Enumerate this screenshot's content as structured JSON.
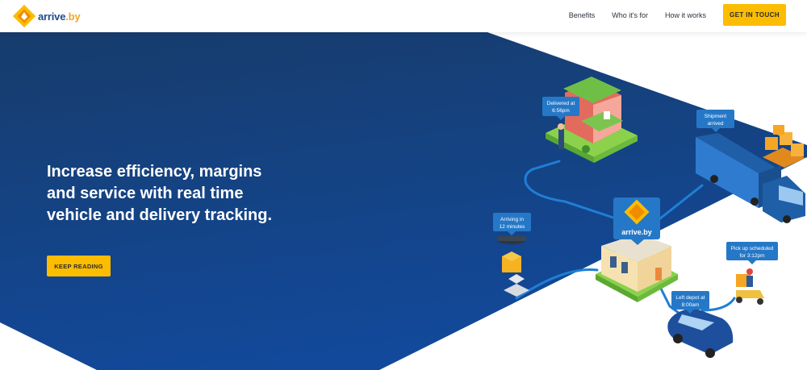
{
  "header": {
    "logo_text": "arrive",
    "logo_suffix": ".by",
    "nav": [
      "Benefits",
      "Who it's for",
      "How it works"
    ],
    "cta_label": "GET IN TOUCH"
  },
  "hero": {
    "headline": "Increase efficiency, margins and service with real time vehicle and delivery tracking.",
    "button_label": "KEEP READING"
  },
  "illustration": {
    "hub_label": "arrive.by",
    "bubbles": [
      {
        "line1": "Delivered at",
        "line2": "6:56pm"
      },
      {
        "line1": "Shipment",
        "line2": "arrived"
      },
      {
        "line1": "Arriving in",
        "line2": "12 minutes"
      },
      {
        "line1": "Pick up scheduled",
        "line2": "for 3:12pm"
      },
      {
        "line1": "Left depot at",
        "line2": "8:00am"
      }
    ]
  },
  "colors": {
    "navy_dark": "#143a6b",
    "navy": "#1a4f9a",
    "accent_yellow": "#fcbc00",
    "bubble_blue": "#2578c7",
    "route_blue": "#1f7fd6"
  }
}
